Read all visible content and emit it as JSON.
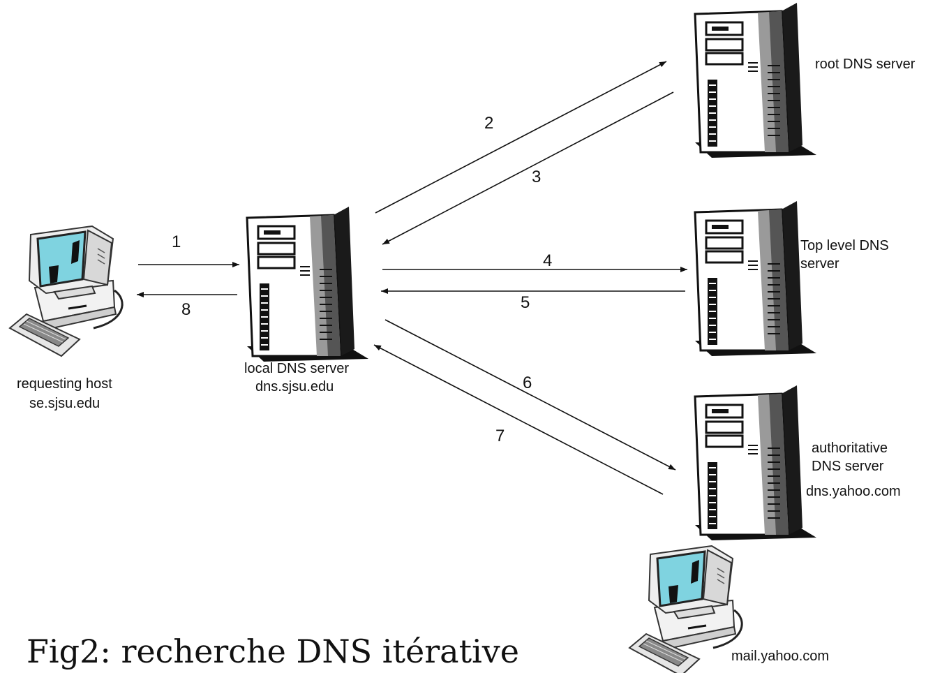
{
  "nodes": {
    "requesting_host": {
      "line1": "requesting host",
      "line2": "se.sjsu.edu",
      "icon": "workstation-icon"
    },
    "local_dns": {
      "line1": "local DNS server",
      "line2": "dns.sjsu.edu",
      "icon": "server-tower-icon"
    },
    "root_dns": {
      "line1": "root DNS server",
      "icon": "server-tower-icon"
    },
    "tld_dns": {
      "line1": "Top level DNS",
      "line2": "server",
      "icon": "server-tower-icon"
    },
    "auth_dns": {
      "line1": "authoritative",
      "line2": "DNS server",
      "line3": "dns.yahoo.com",
      "icon": "server-tower-icon"
    },
    "mail_host": {
      "line1": "mail.yahoo.com",
      "icon": "workstation-icon"
    }
  },
  "steps": [
    "1",
    "2",
    "3",
    "4",
    "5",
    "6",
    "7",
    "8"
  ],
  "caption": "Fig2: recherche DNS itérative"
}
